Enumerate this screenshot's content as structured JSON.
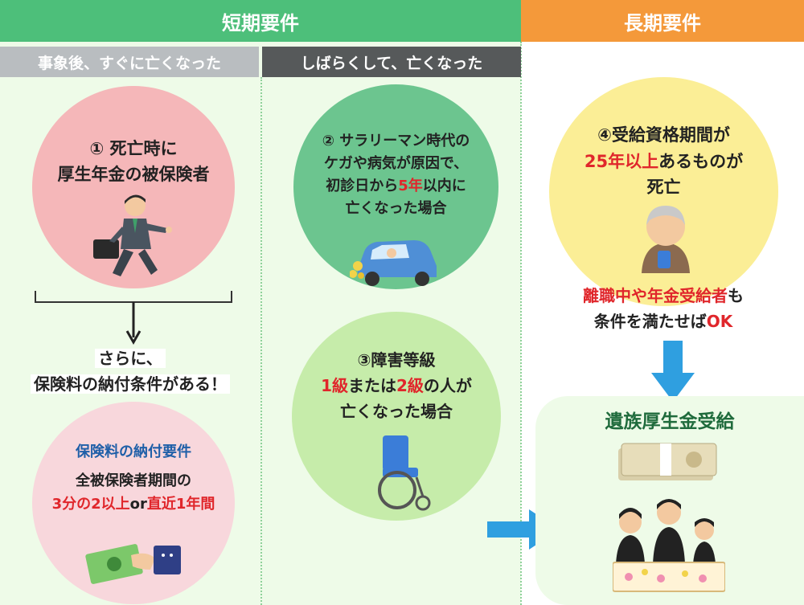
{
  "headers": {
    "short_term": "短期要件",
    "long_term": "長期要件"
  },
  "subheaders": {
    "col1": "事象後、すぐに亡くなった",
    "col2": "しばらくして、亡くなった"
  },
  "req1": {
    "line1": "① 死亡時に",
    "line2": "厚生年金の被保険者"
  },
  "req2": {
    "line1": "② サラリーマン時代の",
    "line2": "ケガや病気が原因で、",
    "line3_a": "初診日から",
    "line3_red": "5年",
    "line3_b": "以内に",
    "line4": "亡くなった場合"
  },
  "req3": {
    "line1": "③障害等級",
    "line2_red1": "1級",
    "line2_a": "または",
    "line2_red2": "2級",
    "line2_b": "の人が",
    "line3": "亡くなった場合"
  },
  "req4": {
    "line1": "④受給資格期間が",
    "line2_red": "25年以上",
    "line2_a": "あるものが",
    "line3": "死亡"
  },
  "note": {
    "line1_red": "離職中や年金受給者",
    "line1_a": "も",
    "line2_a": "条件を満たせば",
    "line2_red": "OK"
  },
  "additional": {
    "line1": "さらに、",
    "line2": "保険料の納付条件がある！"
  },
  "payment": {
    "title": "保険料の納付要件",
    "line1": "全被保険者期間の",
    "line2_red1": "3分の2以上",
    "line2_a": "or",
    "line2_red2": "直近1年間"
  },
  "result": {
    "title": "遺族厚生金受給"
  },
  "colors": {
    "green_header": "#4dbf7a",
    "orange_header": "#f4993a",
    "grey_sub": "#b9bdc0",
    "dark_sub": "#56595a",
    "pink": "#f5b7b9",
    "green_circle": "#6cc58f",
    "light_green_circle": "#c6ecaa",
    "yellow_circle": "#fbee96",
    "accent_red": "#e0262b",
    "arrow_blue": "#2f9fe0"
  }
}
